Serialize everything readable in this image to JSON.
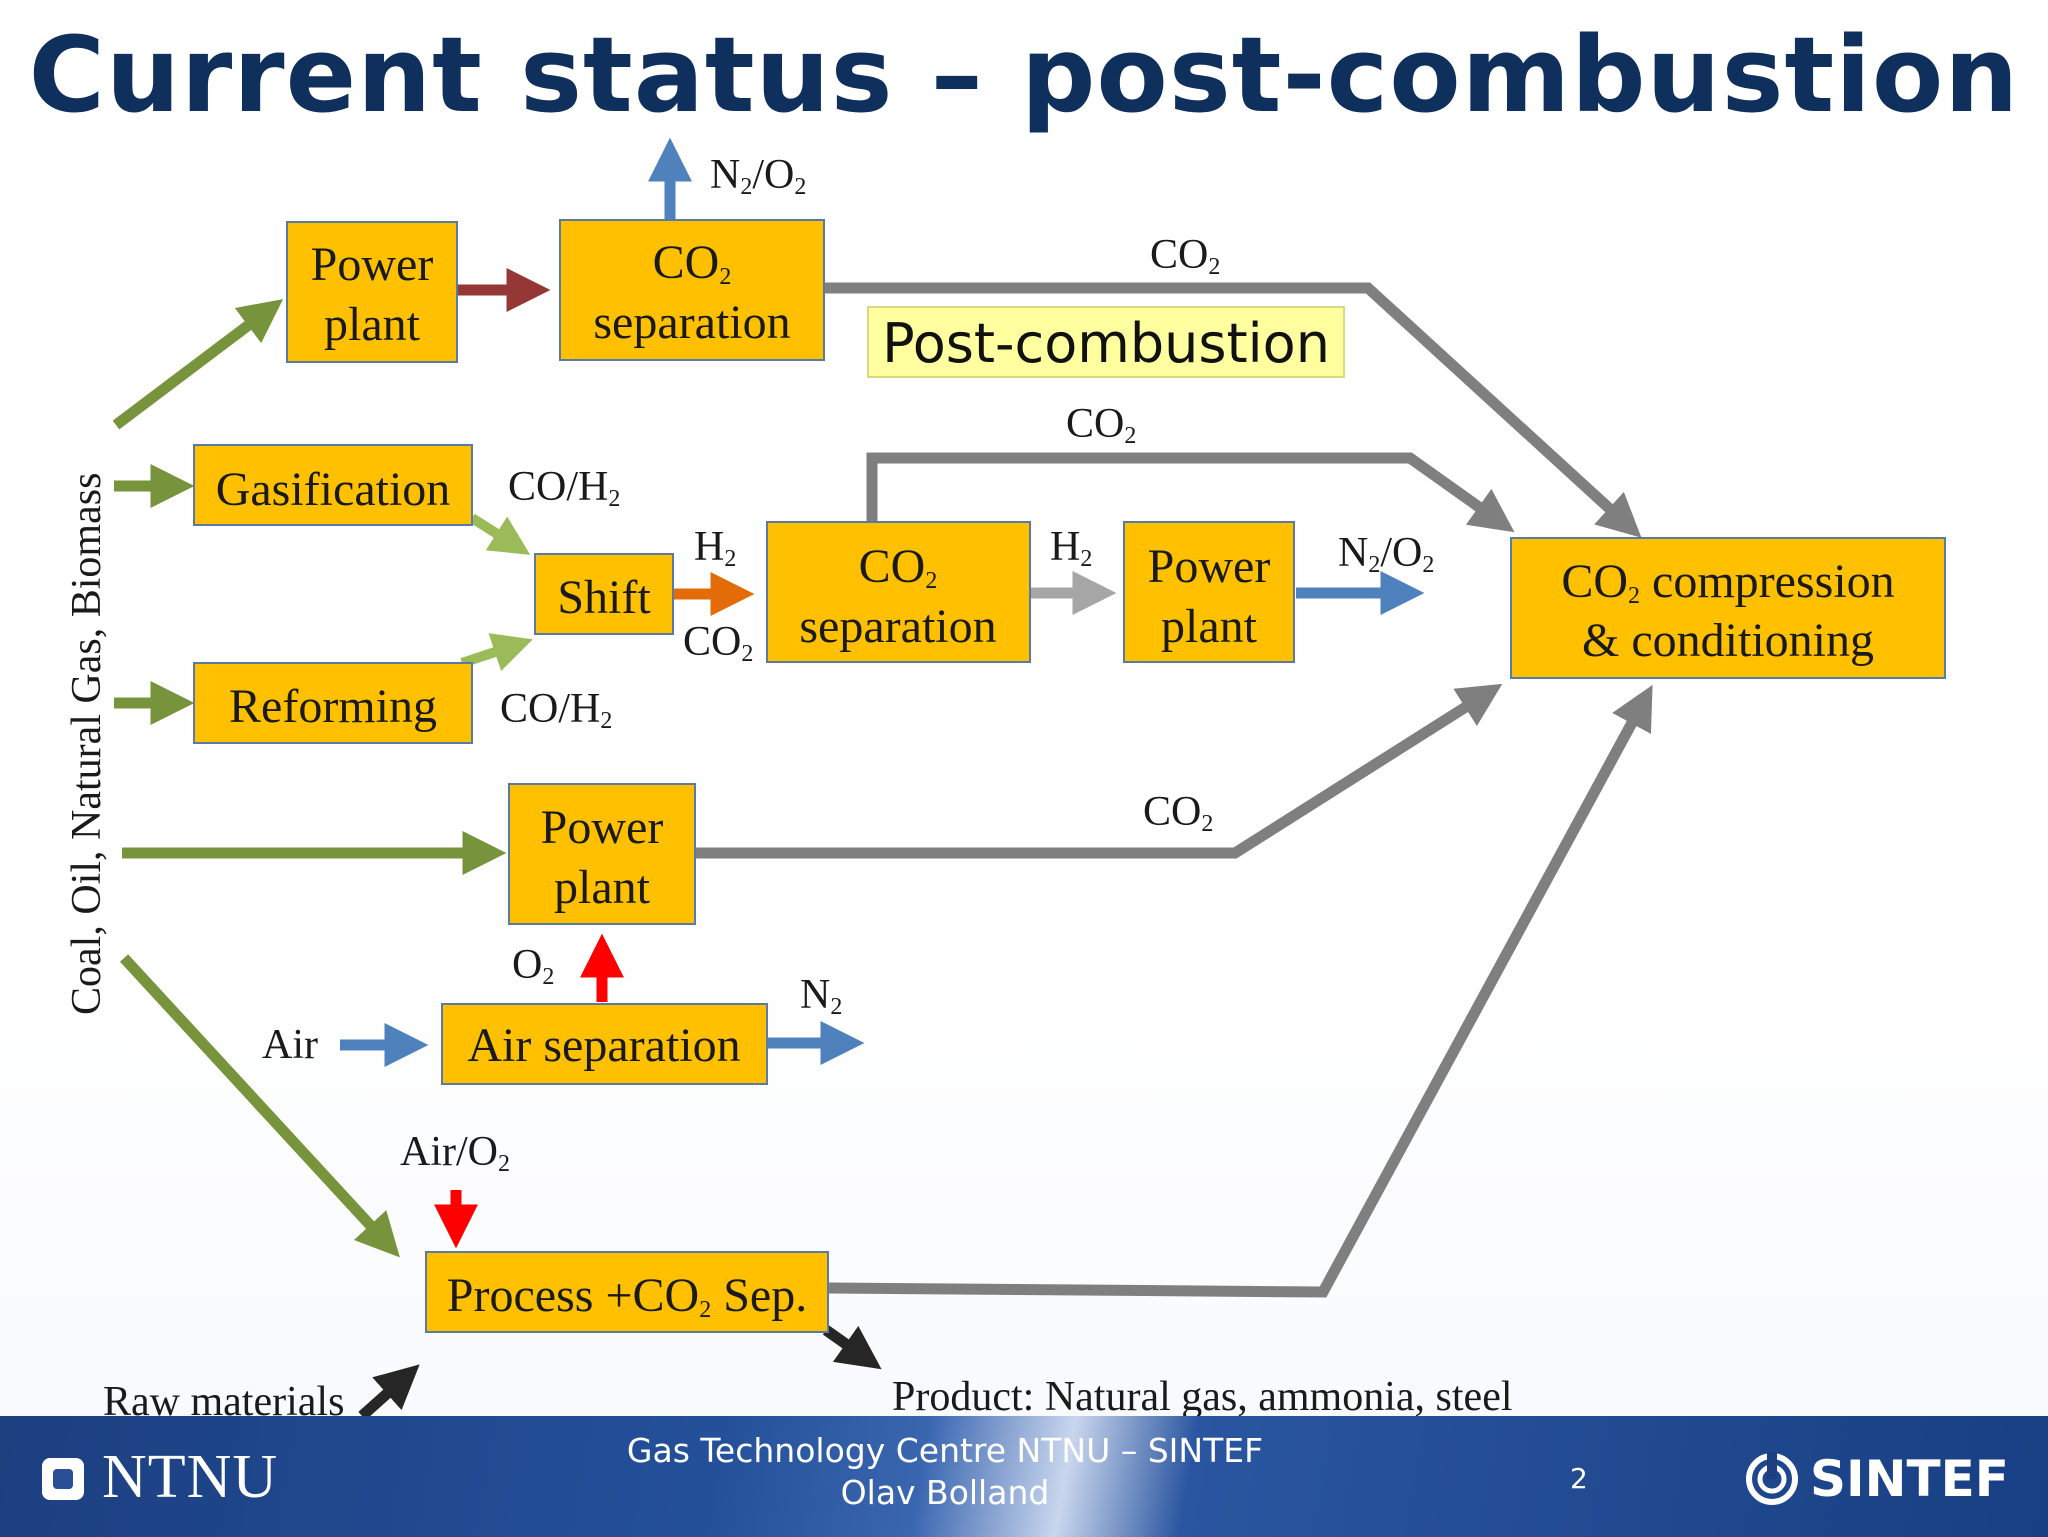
{
  "title": "Current status – post-combustion",
  "side_label": "Coal, Oil, Natural Gas, Biomass",
  "post_combustion_label": "Post-combustion",
  "boxes": {
    "power_plant_top": [
      "Power",
      "plant"
    ],
    "co2_sep_top": [
      "CO",
      "2",
      "separation"
    ],
    "gasification": "Gasification",
    "reforming": "Reforming",
    "shift": "Shift",
    "co2_sep_mid": [
      "CO",
      "2",
      "separation"
    ],
    "power_plant_mid": [
      "Power",
      "plant"
    ],
    "compression": [
      "CO",
      "2",
      " compression",
      "& conditioning"
    ],
    "power_plant_oxy": [
      "Power",
      "plant"
    ],
    "air_separation": "Air separation",
    "process": [
      "Process +CO",
      "2",
      " Sep."
    ]
  },
  "labels": {
    "n2o2_top": [
      "N",
      "2",
      "/O",
      "2"
    ],
    "co2_top_line": [
      "CO",
      "2"
    ],
    "co2_pre_line": [
      "CO",
      "2"
    ],
    "coh2_gas": [
      "CO/H",
      "2"
    ],
    "coh2_ref": [
      "CO/H",
      "2"
    ],
    "h2_shift": [
      "H",
      "2"
    ],
    "co2_shift": [
      "CO",
      "2"
    ],
    "h2_mid": [
      "H",
      "2"
    ],
    "n2o2_mid": [
      "N",
      "2",
      "/O",
      "2"
    ],
    "co2_oxy_line": [
      "CO",
      "2"
    ],
    "o2": [
      "O",
      "2"
    ],
    "n2": [
      "N",
      "2"
    ],
    "air": "Air",
    "air_o2": [
      "Air/O",
      "2"
    ],
    "raw_materials": "Raw materials",
    "product": "Product: Natural gas, ammonia, steel"
  },
  "footer": {
    "line1": "Gas Technology Centre NTNU – SINTEF",
    "line2": "Olav Bolland",
    "page": "2",
    "ntnu": "NTNU",
    "sintef": "SINTEF"
  },
  "colors": {
    "box_fill": "#ffc000",
    "title": "#0f2f5c",
    "feed_arrow": "#77933c",
    "light_green_arrow": "#9bbb59",
    "co2_line": "#7f7f7f",
    "blue_arrow": "#4f81bd",
    "red_arrow": "#ff0000",
    "dark_red_arrow": "#953735",
    "orange_arrow": "#e36c09",
    "light_gray_arrow": "#a6a6a6",
    "black_arrow": "#262626"
  }
}
